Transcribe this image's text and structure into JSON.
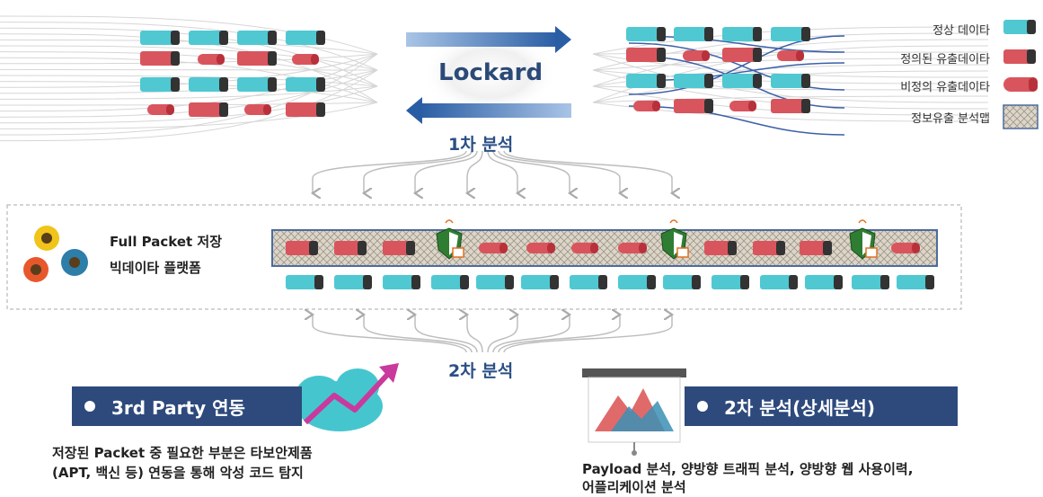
{
  "title": "Lockard",
  "legend": {
    "normal": "정상 데이타",
    "defined_leak": "정의된 유출데이타",
    "undefined_leak": "비정의 유출데이타",
    "leak_map": "정보유출 분석맵"
  },
  "first_analysis": "1차 분석",
  "second_analysis": "2차 분석",
  "platform": {
    "line1": "Full Packet 저장",
    "line2": "빅데이타 플랫폼"
  },
  "third_party": {
    "banner": "3rd Party 연동",
    "desc_line1": "저장된 Packet 중 필요한 부분은 타보안제품",
    "desc_line2": "(APT, 백신 등) 연동을 통해 악성 코드 탐지"
  },
  "detail_analysis": {
    "banner": "2차 분석(상세분석)",
    "desc_line1": "Payload 분석, 양방향 트래픽 분석, 양방향 웹 사용이력,",
    "desc_line2": "어플리케이션 분석"
  },
  "colors": {
    "normal": "#4fc8d2",
    "leak": "#d9555e",
    "banner": "#2e4a7c",
    "arrow": "#2f5f9e",
    "accent": "#c93a9c"
  }
}
